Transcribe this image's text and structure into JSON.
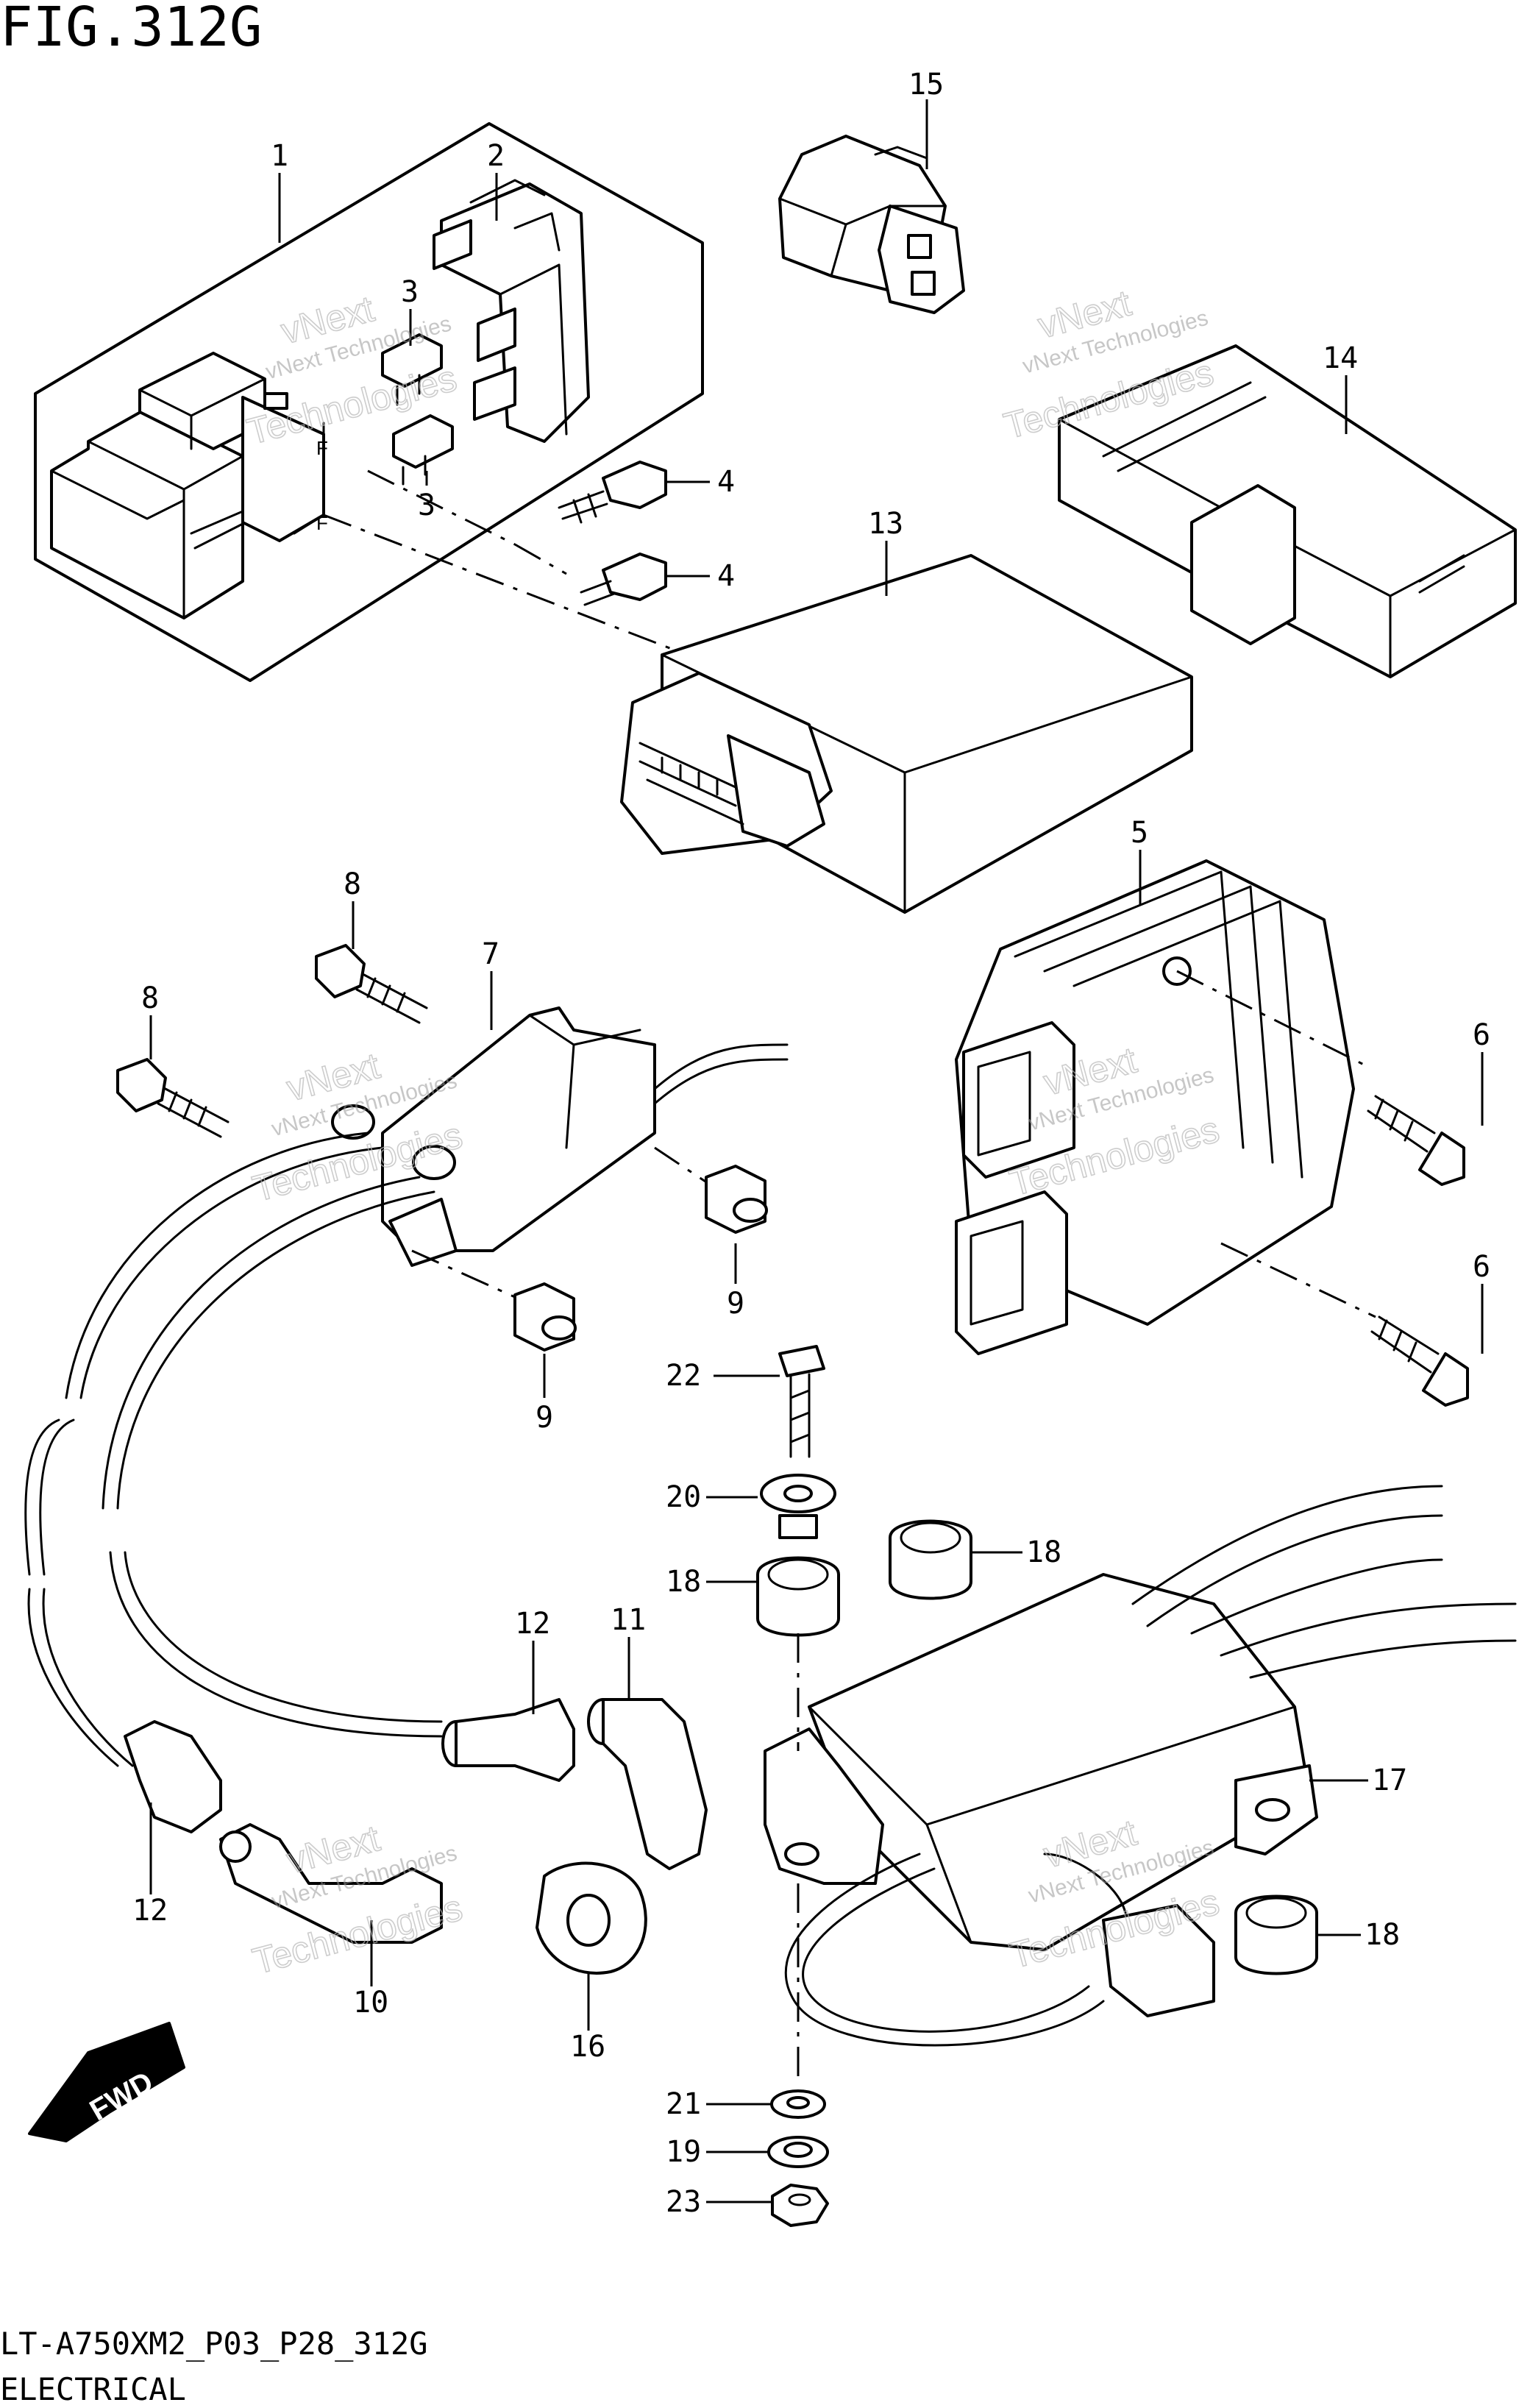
{
  "figure": {
    "title": "FIG.312G",
    "model_code": "LT-A750XM2_P03_P28_312G",
    "section": "ELECTRICAL"
  },
  "watermark": {
    "line1": "vNext Technologies",
    "line2": "vNext",
    "line3": "Technologies"
  },
  "direction_badge": "FWD",
  "callouts": {
    "c1": "1",
    "c2": "2",
    "c3a": "3",
    "c3b": "3",
    "c4a": "4",
    "c4b": "4",
    "c5": "5",
    "c6a": "6",
    "c6b": "6",
    "c7": "7",
    "c8a": "8",
    "c8b": "8",
    "c9a": "9",
    "c9b": "9",
    "c10": "10",
    "c11": "11",
    "c12a": "12",
    "c12b": "12",
    "c13": "13",
    "c14": "14",
    "c15": "15",
    "c16": "16",
    "c17": "17",
    "c18a": "18",
    "c18b": "18",
    "c18c": "18",
    "c19": "19",
    "c20": "20",
    "c21": "21",
    "c22": "22",
    "c23": "23"
  }
}
